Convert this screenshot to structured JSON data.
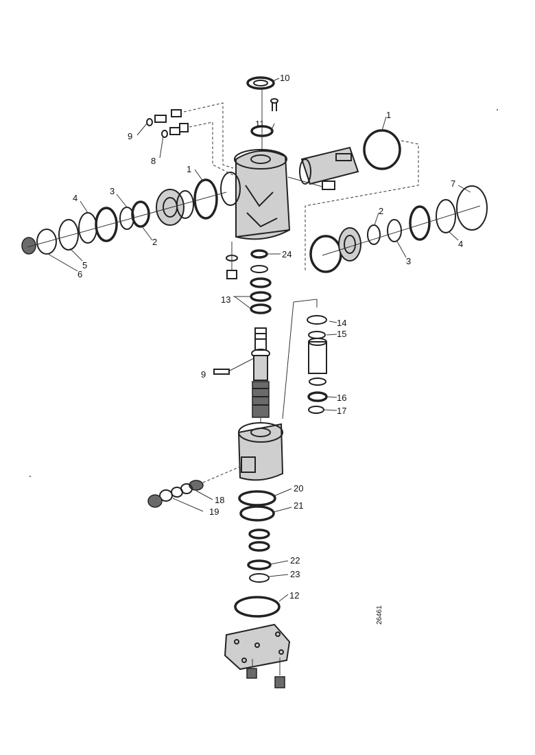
{
  "diagram": {
    "ref_code": "26461",
    "callouts": [
      {
        "id": "c10",
        "text": "10"
      },
      {
        "id": "c11",
        "text": "11"
      },
      {
        "id": "c9a",
        "text": "9"
      },
      {
        "id": "c8",
        "text": "8"
      },
      {
        "id": "c1a",
        "text": "1"
      },
      {
        "id": "c1b",
        "text": "1"
      },
      {
        "id": "c4a",
        "text": "4"
      },
      {
        "id": "c3a",
        "text": "3"
      },
      {
        "id": "c2a",
        "text": "2"
      },
      {
        "id": "c5",
        "text": "5"
      },
      {
        "id": "c6",
        "text": "6"
      },
      {
        "id": "c7",
        "text": "7"
      },
      {
        "id": "c2b",
        "text": "2"
      },
      {
        "id": "c4b",
        "text": "4"
      },
      {
        "id": "c3b",
        "text": "3"
      },
      {
        "id": "c24",
        "text": "24"
      },
      {
        "id": "c13",
        "text": "13"
      },
      {
        "id": "c14",
        "text": "14"
      },
      {
        "id": "c15",
        "text": "15"
      },
      {
        "id": "c9b",
        "text": "9"
      },
      {
        "id": "c16a",
        "text": "16"
      },
      {
        "id": "c17",
        "text": "17"
      },
      {
        "id": "c18",
        "text": "18"
      },
      {
        "id": "c19",
        "text": "19"
      },
      {
        "id": "c20",
        "text": "20"
      },
      {
        "id": "c21",
        "text": "21"
      },
      {
        "id": "c22",
        "text": "22"
      },
      {
        "id": "c23",
        "text": "23"
      },
      {
        "id": "c12",
        "text": "12"
      }
    ]
  }
}
